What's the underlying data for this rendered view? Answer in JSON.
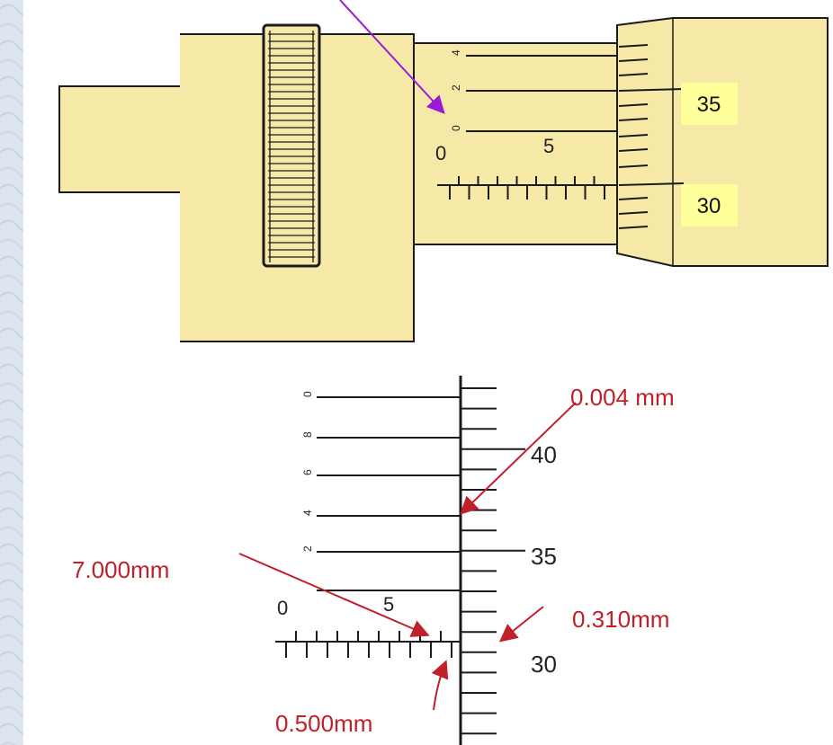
{
  "micrometer_top": {
    "sleeve_vernier_labels": [
      "4",
      "2",
      "0"
    ],
    "sleeve_main_labels": [
      "0",
      "5"
    ],
    "callouts": [
      {
        "id": "thimble-35",
        "text": "35"
      },
      {
        "id": "thimble-30",
        "text": "30"
      }
    ]
  },
  "micrometer_detail": {
    "vernier_labels": [
      "0",
      "8",
      "6",
      "4",
      "2"
    ],
    "main_scale_labels": [
      "0",
      "5"
    ],
    "thimble_labels": [
      "40",
      "35",
      "30"
    ],
    "annotations": {
      "vernier_reading": "0.004 mm",
      "main_scale_reading": "7.000mm",
      "thimble_reading": "0.310mm",
      "half_mm_reading": "0.500mm"
    }
  },
  "colors": {
    "body": "#f6e9a8",
    "line": "#1a1a1a",
    "annotation_red": "#c0202a",
    "arrow_purple": "#9a1bd6",
    "callout_bg": "#ffff99"
  }
}
